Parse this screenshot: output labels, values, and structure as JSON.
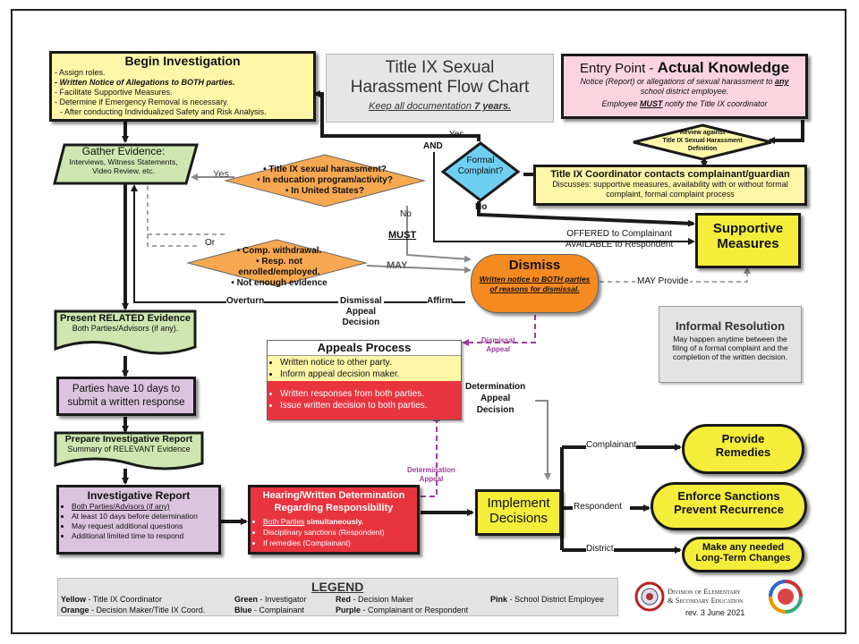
{
  "colors": {
    "yellow": "#fff6a8",
    "bright_yellow": "#f4ee3a",
    "green": "#cfe6b0",
    "red": "#e8343f",
    "orange": "#f7a850",
    "orange_strong": "#f58a21",
    "blue": "#6ecff2",
    "pink": "#fbd4df",
    "purple": "#dcc3df",
    "purple_arrow": "#9b3e9b",
    "gray_box": "#e3e3e3",
    "dark": "#1a1a1a"
  },
  "title": {
    "line1": "Title IX Sexual",
    "line2": "Harassment Flow Chart",
    "sub_pre": "Keep all documentation ",
    "sub_bold": "7 years."
  },
  "entry": {
    "heading_pre": "Entry Point - ",
    "heading_bold": "Actual Knowledge",
    "text1_pre": "Notice (Report) or allegations of sexual harassment to ",
    "text1_em": "any",
    "text1_post": " school district employee.",
    "text2_pre": "Employee ",
    "text2_em": "MUST",
    "text2_post": " notify the Title IX coordinator"
  },
  "review_diamond": {
    "line1": "Review against",
    "line2": "Title IX Sexual Harassment",
    "line3": "Definition"
  },
  "coordinator": {
    "title": "Title IX Coordinator contacts complainant/guardian",
    "text": "Discusses: supportive measures, availability with or without formal complaint, formal complaint process"
  },
  "formal_complaint": {
    "line1": "Formal",
    "line2": "Complaint?"
  },
  "begin": {
    "title": "Begin Investigation",
    "items": [
      "- Assign roles.",
      "- Written Notice of Allegations to BOTH parties.",
      "- Facilitate Supportive Measures.",
      "- Determine if Emergency Removal is necessary.",
      "  - After conducting Individualized Safety and Risk Analysis."
    ]
  },
  "gather": {
    "title": "Gather Evidence:",
    "text": "Interviews, Witness Statements, Video Review, etc."
  },
  "diamond1": {
    "items": [
      "• Title IX sexual harassment?",
      "• In education program/activity?",
      "• In United States?"
    ]
  },
  "diamond2": {
    "items": [
      "• Comp. withdrawal.",
      "• Resp. not enrolled/employed.",
      "• Not enough evidence"
    ]
  },
  "dismiss": {
    "title": "Dismiss",
    "text": "Written notice to BOTH parties of reasons for dismissal."
  },
  "supportive": {
    "line1": "Supportive",
    "line2": "Measures"
  },
  "offered": {
    "line1": "OFFERED to Complainant",
    "line2": "AVAILABLE to Respondent"
  },
  "informal": {
    "title": "Informal Resolution",
    "text": "May happen anytime between the filing of a formal complaint and the completion of the written decision."
  },
  "present": {
    "title": "Present RELATED Evidence",
    "text": "Both Parties/Advisors (if any)."
  },
  "parties": {
    "text": "Parties have 10 days to submit a written response"
  },
  "prepare": {
    "title": "Prepare Investigative Report",
    "text": "Summary of RELEVANT Evidence"
  },
  "inv_report": {
    "title": "Investigative Report",
    "items": [
      "Both Parties/Advisors (if any)",
      "At least 10 days before determination",
      "May request additional questions",
      "Additional limited time to respond"
    ]
  },
  "appeals": {
    "title": "Appeals Process",
    "yellow_items": [
      "Written notice to other party.",
      "Inform appeal decision maker."
    ],
    "red_items": [
      "Written responses from both parties.",
      "Issue written decision to both parties."
    ]
  },
  "hearing": {
    "title1": "Hearing/Written Determination",
    "title2": "Regarding Responsibility",
    "item1_u": "Both Parties",
    "item1_rest": " simultaneously.",
    "item2": "Disciplinary sanctions (Respondent)",
    "item3": "If remedies (Complainant)"
  },
  "implement": {
    "line1": "Implement",
    "line2": "Decisions"
  },
  "outcomes": [
    {
      "line1": "Provide",
      "line2": "Remedies",
      "branch": "Complainant"
    },
    {
      "line1": "Enforce Sanctions",
      "line2": "Prevent Recurrence",
      "branch": "Respondent"
    },
    {
      "line1": "Make any needed",
      "line2": "Long-Term Changes",
      "branch": "District"
    }
  ],
  "labels": {
    "yes_top": "Yes",
    "and": "AND",
    "yes_d1": "Yes",
    "no_d1": "No",
    "must": "MUST",
    "or": "Or",
    "may": "MAY",
    "no_fc": "No",
    "overturn": "Overturn",
    "affirm": "Affirm",
    "dismissal_appeal_decision": [
      "Dismissal",
      "Appeal",
      "Decision"
    ],
    "dismissal_appeal": [
      "Dismissal",
      "Appeal"
    ],
    "may_provide": "MAY Provide",
    "determination_appeal_decision": [
      "Determination",
      "Appeal",
      "Decision"
    ],
    "determination_appeal": [
      "Determination",
      "Appeal"
    ]
  },
  "legend": {
    "title": "LEGEND",
    "entries": [
      {
        "color": "Yellow",
        "role": " - Title IX Coordinator"
      },
      {
        "color": "Orange",
        "role": " - Decision Maker/Title IX Coord."
      },
      {
        "color": "Green",
        "role": " - Investigator"
      },
      {
        "color": "Blue",
        "role": " - Complainant"
      },
      {
        "color": "Red",
        "role": " - Decision Maker"
      },
      {
        "color": "Purple",
        "role": " - Complainant or Respondent"
      },
      {
        "color": "Pink",
        "role": " - School District Employee"
      }
    ]
  },
  "footer": {
    "org_line1": "Division of Elementary",
    "org_line2": "& Secondary Education",
    "rev": "rev. 3 June 2021"
  }
}
